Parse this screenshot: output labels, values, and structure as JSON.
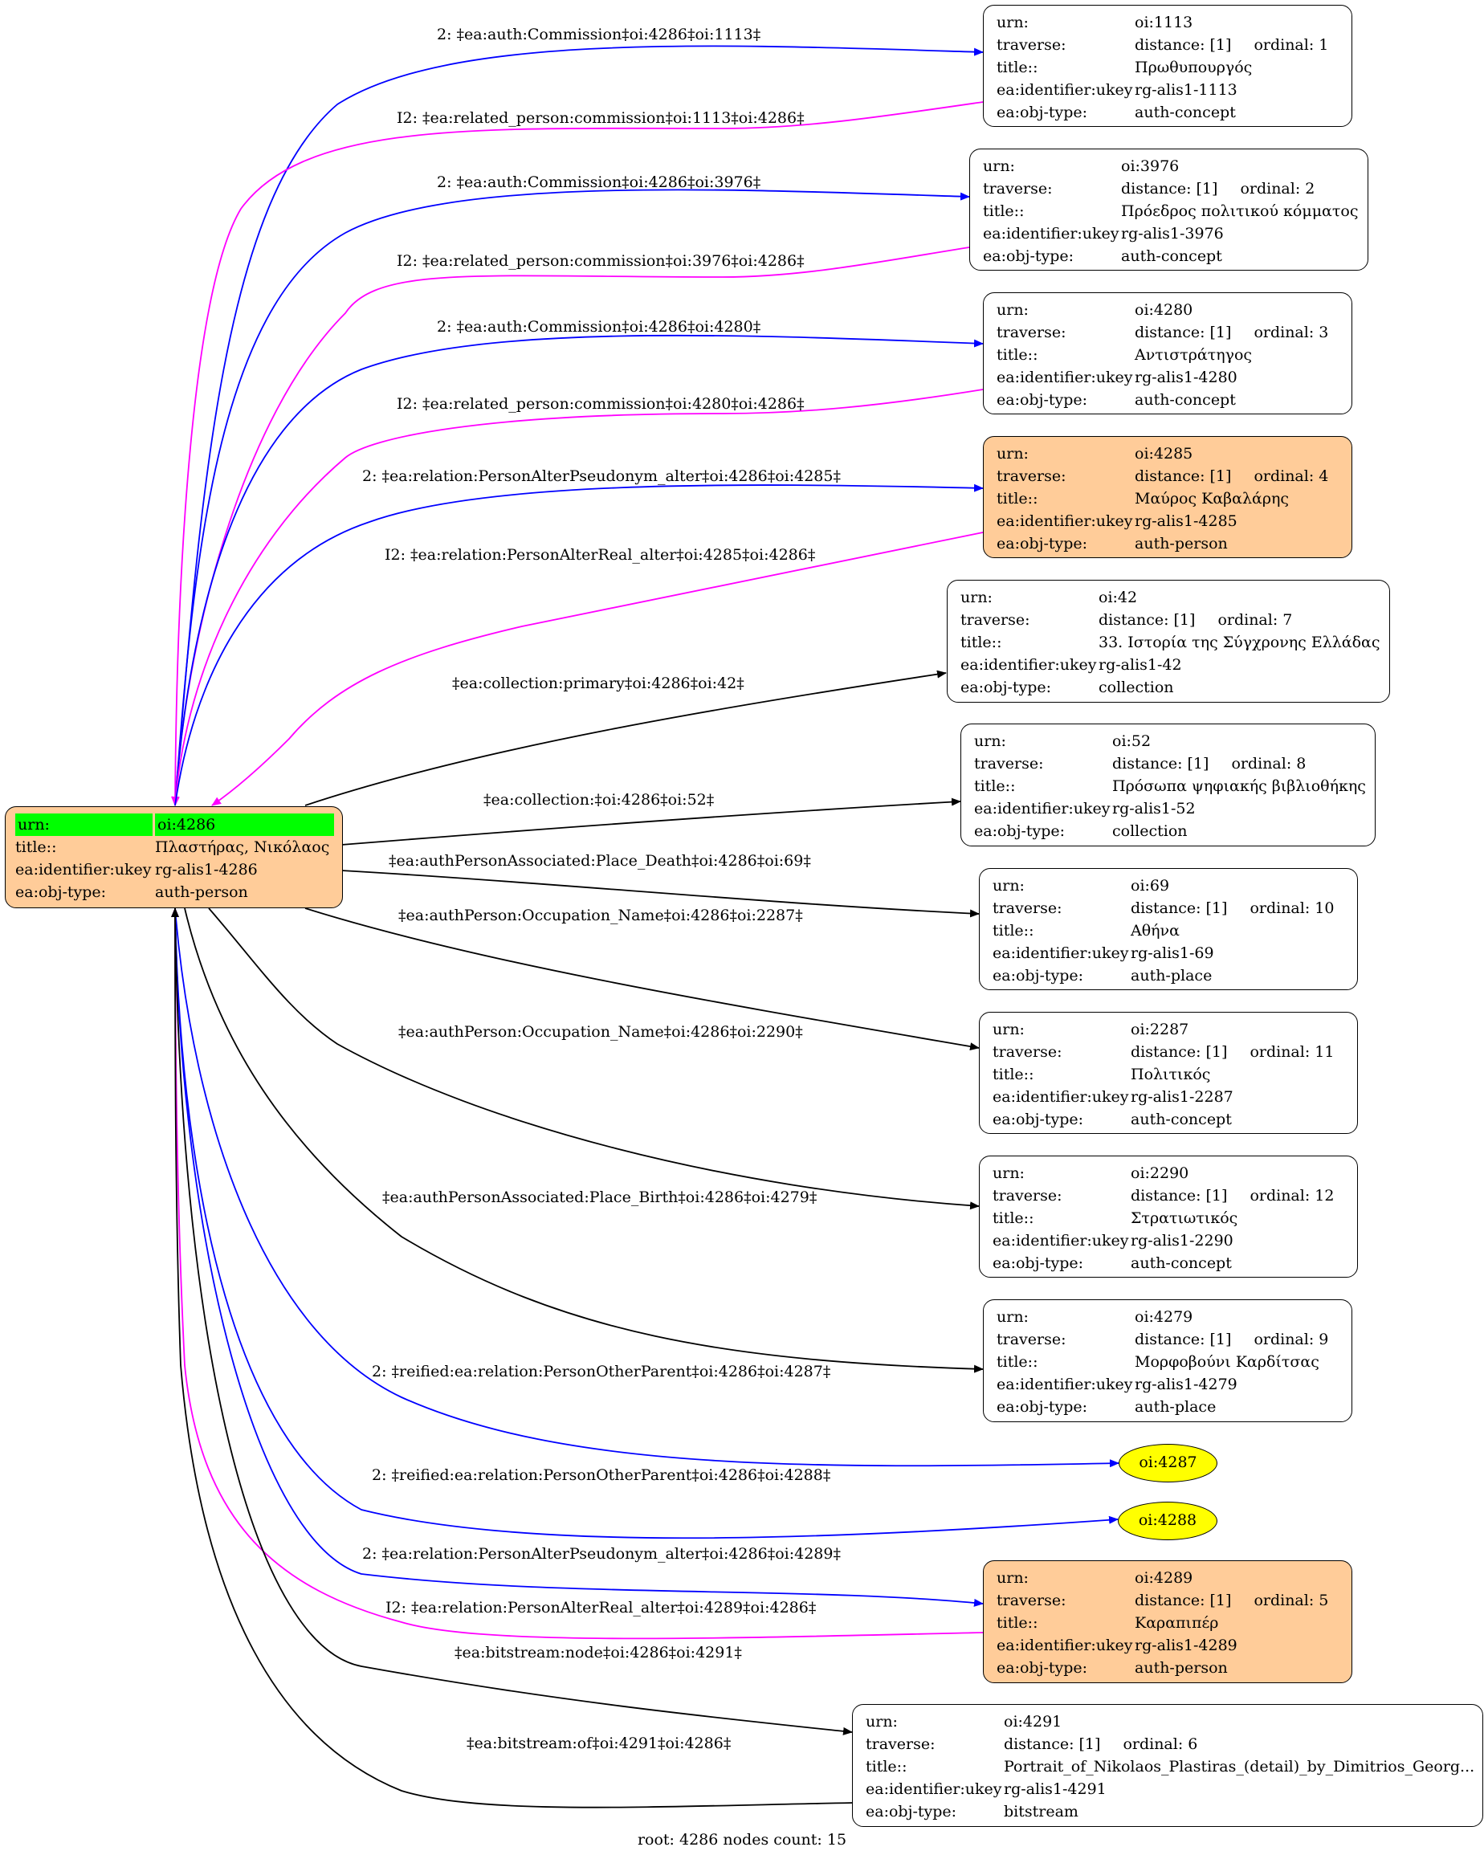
{
  "colors": {
    "outgoing_reified": "#0000ff",
    "inverse": "#ff00ff",
    "plain": "#000000",
    "root_highlight": "#00ff00",
    "person_fill": "#ffcc99",
    "stub_fill": "#ffff00"
  },
  "root": {
    "rows": [
      {
        "k": "urn:",
        "v": "oi:4286"
      },
      {
        "k": "title::",
        "v": "Πλαστήρας, Νικόλαος"
      },
      {
        "k": "ea:identifier:ukey",
        "v": "rg-alis1-4286"
      },
      {
        "k": "ea:obj-type:",
        "v": "auth-person"
      }
    ]
  },
  "nodes": [
    {
      "urn": "oi:1113",
      "distance": "distance: [1]",
      "ordinal": "ordinal: 1",
      "title": "Πρωθυπουργός",
      "ukey": "rg-alis1-1113",
      "type": "auth-concept"
    },
    {
      "urn": "oi:3976",
      "distance": "distance: [1]",
      "ordinal": "ordinal: 2",
      "title": "Πρόεδρος πολιτικού κόμματος",
      "ukey": "rg-alis1-3976",
      "type": "auth-concept"
    },
    {
      "urn": "oi:4280",
      "distance": "distance: [1]",
      "ordinal": "ordinal: 3",
      "title": "Αντιστράτηγος",
      "ukey": "rg-alis1-4280",
      "type": "auth-concept"
    },
    {
      "urn": "oi:4285",
      "distance": "distance: [1]",
      "ordinal": "ordinal: 4",
      "title": "Μαύρος Καβαλάρης",
      "ukey": "rg-alis1-4285",
      "type": "auth-person"
    },
    {
      "urn": "oi:42",
      "distance": "distance: [1]",
      "ordinal": "ordinal: 7",
      "title": "33. Ιστορία της Σύγχρονης Ελλάδας",
      "ukey": "rg-alis1-42",
      "type": "collection"
    },
    {
      "urn": "oi:52",
      "distance": "distance: [1]",
      "ordinal": "ordinal: 8",
      "title": "Πρόσωπα ψηφιακής βιβλιοθήκης",
      "ukey": "rg-alis1-52",
      "type": "collection"
    },
    {
      "urn": "oi:69",
      "distance": "distance: [1]",
      "ordinal": "ordinal: 10",
      "title": "Αθήνα",
      "ukey": "rg-alis1-69",
      "type": "auth-place"
    },
    {
      "urn": "oi:2287",
      "distance": "distance: [1]",
      "ordinal": "ordinal: 11",
      "title": "Πολιτικός",
      "ukey": "rg-alis1-2287",
      "type": "auth-concept"
    },
    {
      "urn": "oi:2290",
      "distance": "distance: [1]",
      "ordinal": "ordinal: 12",
      "title": "Στρατιωτικός",
      "ukey": "rg-alis1-2290",
      "type": "auth-concept"
    },
    {
      "urn": "oi:4279",
      "distance": "distance: [1]",
      "ordinal": "ordinal: 9",
      "title": "Μορφοβούνι Καρδίτσας",
      "ukey": "rg-alis1-4279",
      "type": "auth-place"
    },
    {
      "urn": "oi:4289",
      "distance": "distance: [1]",
      "ordinal": "ordinal: 5",
      "title": "Καραπιπέρ",
      "ukey": "rg-alis1-4289",
      "type": "auth-person"
    },
    {
      "urn": "oi:4291",
      "distance": "distance: [1]",
      "ordinal": "ordinal: 6",
      "title": "Portrait_of_Nikolaos_Plastiras_(detail)_by_Dimitrios_Georg...",
      "ukey": "rg-alis1-4291",
      "type": "bitstream"
    }
  ],
  "labels": {
    "urn": "urn:",
    "traverse": "traverse:",
    "title": "title::",
    "ukey": "ea:identifier:ukey",
    "type": "ea:obj-type:"
  },
  "stubs": [
    "oi:4287",
    "oi:4288"
  ],
  "edges": [
    "2: ‡ea:auth:Commission‡oi:4286‡oi:1113‡",
    "I2: ‡ea:related_person:commission‡oi:1113‡oi:4286‡",
    "2: ‡ea:auth:Commission‡oi:4286‡oi:3976‡",
    "I2: ‡ea:related_person:commission‡oi:3976‡oi:4286‡",
    "2: ‡ea:auth:Commission‡oi:4286‡oi:4280‡",
    "I2: ‡ea:related_person:commission‡oi:4280‡oi:4286‡",
    "2: ‡ea:relation:PersonAlterPseudonym_alter‡oi:4286‡oi:4285‡",
    "I2: ‡ea:relation:PersonAlterReal_alter‡oi:4285‡oi:4286‡",
    "‡ea:collection:primary‡oi:4286‡oi:42‡",
    "‡ea:collection:‡oi:4286‡oi:52‡",
    "‡ea:authPersonAssociated:Place_Death‡oi:4286‡oi:69‡",
    "‡ea:authPerson:Occupation_Name‡oi:4286‡oi:2287‡",
    "‡ea:authPerson:Occupation_Name‡oi:4286‡oi:2290‡",
    "‡ea:authPersonAssociated:Place_Birth‡oi:4286‡oi:4279‡",
    "2: ‡reified:ea:relation:PersonOtherParent‡oi:4286‡oi:4287‡",
    "2: ‡reified:ea:relation:PersonOtherParent‡oi:4286‡oi:4288‡",
    "2: ‡ea:relation:PersonAlterPseudonym_alter‡oi:4286‡oi:4289‡",
    "I2: ‡ea:relation:PersonAlterReal_alter‡oi:4289‡oi:4286‡",
    "‡ea:bitstream:node‡oi:4286‡oi:4291‡",
    "‡ea:bitstream:of‡oi:4291‡oi:4286‡"
  ],
  "footer": "root: 4286 nodes count: 15"
}
